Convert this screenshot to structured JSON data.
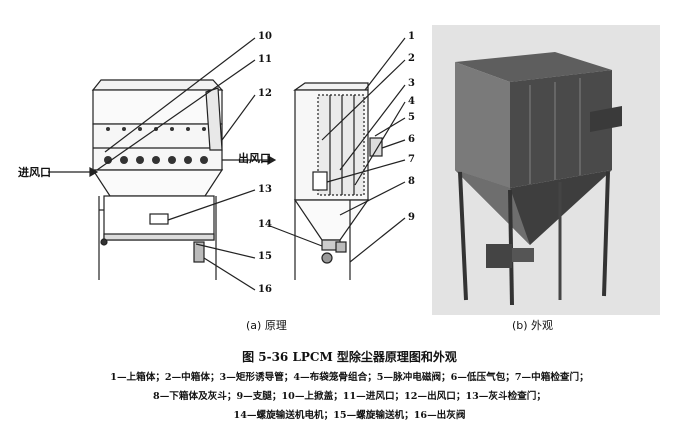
{
  "figure": {
    "caption_a": "(a) 原理",
    "caption_b": "(b) 外观",
    "title": "图 5-36   LPCM 型除尘器原理图和外观",
    "legend_line1": "1—上箱体；2—中箱体；3—矩形诱导管；4—布袋笼骨组合；5—脉冲电磁阀；6—低压气包；7—中箱检查门；",
    "legend_line2": "8—下箱体及灰斗；9—支腿；10—上掀盖；11—进风口；12—出风口；13—灰斗检查门；",
    "legend_line3": "14—螺旋输送机电机；15—螺旋输送机；16—出灰阀"
  },
  "drawing_labels": {
    "inlet": "进风口",
    "outlet": "出风口",
    "n1": "1",
    "n2": "2",
    "n3": "3",
    "n4": "4",
    "n5": "5",
    "n6": "6",
    "n7": "7",
    "n8": "8",
    "n9": "9",
    "n10": "10",
    "n11": "11",
    "n12": "12",
    "n13": "13",
    "n14": "14",
    "n15": "15",
    "n16": "16"
  }
}
